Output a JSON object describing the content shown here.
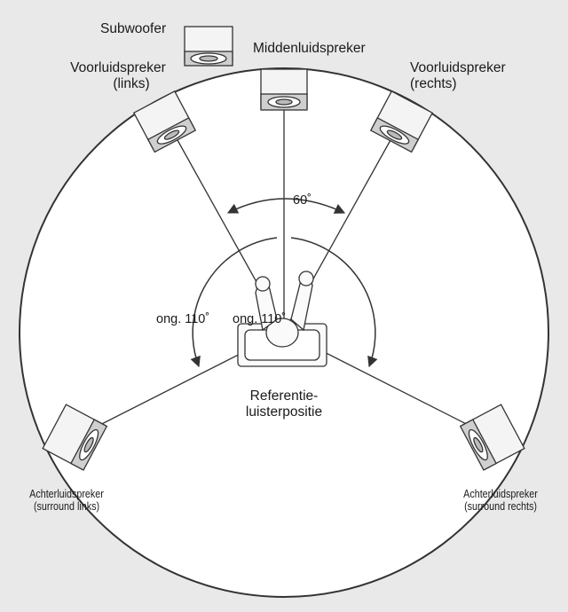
{
  "labels": {
    "subwoofer": "Subwoofer",
    "center": "Middenluidspreker",
    "front_left_line1": "Voorluidspreker",
    "front_left_line2": "(links)",
    "front_right_line1": "Voorluidspreker",
    "front_right_line2": "(rechts)",
    "angle_front": "60˚",
    "angle_left": "ong. 110˚",
    "angle_right": "ong. 110˚",
    "listener_line1": "Referentie-",
    "listener_line2": "luisterpositie",
    "rear_left_line1": "Achterluidspreker",
    "rear_left_line2": "(surround links)",
    "rear_right_line1": "Achterluidspreker",
    "rear_right_line2": "(surround rechts)"
  },
  "colors": {
    "background": "#e9e9e9",
    "circle_fill": "#ffffff",
    "stroke": "#333333",
    "speaker_face": "#f4f4f4",
    "speaker_side": "#cfcfcf"
  }
}
